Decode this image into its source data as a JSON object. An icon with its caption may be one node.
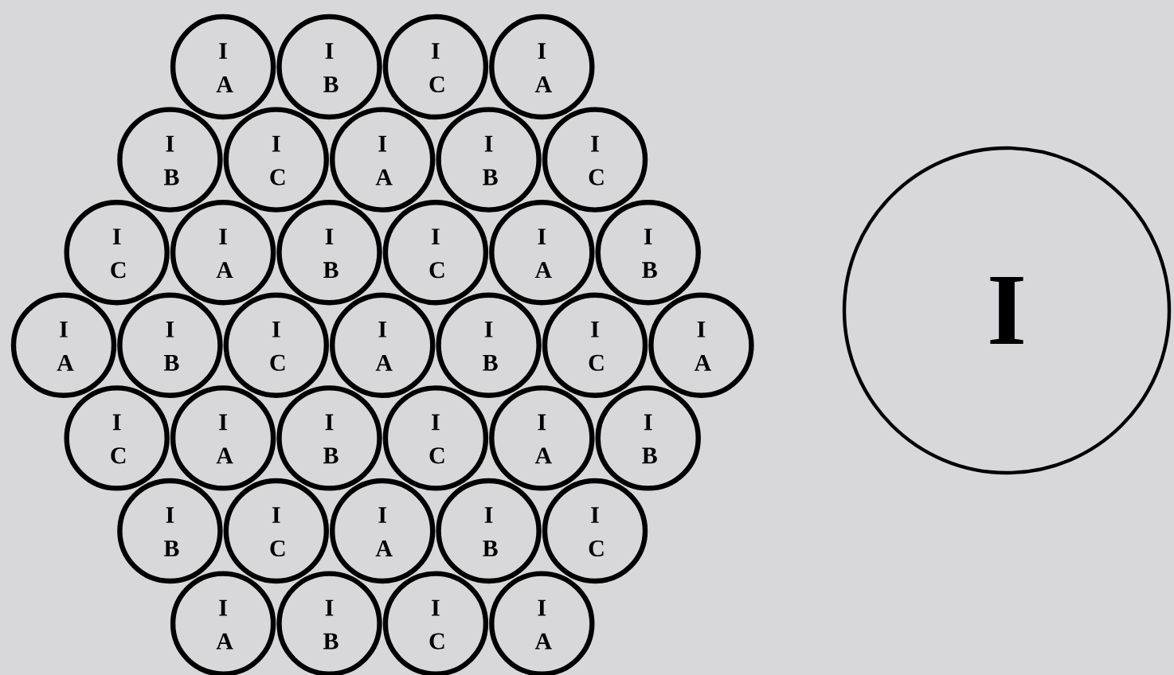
{
  "diagram": {
    "nodes": [
      {
        "text": [
          "I",
          "A"
        ]
      },
      {
        "text": [
          "I",
          "B"
        ]
      },
      {
        "text": [
          "I",
          "C"
        ]
      },
      {
        "text": [
          "I",
          "A"
        ]
      },
      {
        "text": [
          "I",
          "B"
        ]
      },
      {
        "text": [
          "I",
          "C"
        ]
      },
      {
        "text": [
          "I",
          "A"
        ]
      },
      {
        "text": [
          "I",
          "B"
        ]
      },
      {
        "text": [
          "I",
          "C"
        ]
      },
      {
        "text": [
          "I",
          "C"
        ]
      },
      {
        "text": [
          "I",
          "A"
        ]
      },
      {
        "text": [
          "I",
          "B"
        ]
      },
      {
        "text": [
          "I",
          "C"
        ]
      },
      {
        "text": [
          "I",
          "A"
        ]
      },
      {
        "text": [
          "I",
          "B"
        ]
      },
      {
        "text": [
          "I",
          "A"
        ]
      },
      {
        "text": [
          "I",
          "B"
        ]
      },
      {
        "text": [
          "I",
          "C"
        ]
      },
      {
        "text": [
          "I",
          "A"
        ]
      },
      {
        "text": [
          "I",
          "B"
        ]
      },
      {
        "text": [
          "I",
          "C"
        ]
      },
      {
        "text": [
          "I",
          "A"
        ]
      },
      {
        "text": [
          "I",
          "C"
        ]
      },
      {
        "text": [
          "I",
          "A"
        ]
      },
      {
        "text": [
          "I",
          "B"
        ]
      },
      {
        "text": [
          "I",
          "C"
        ]
      },
      {
        "text": [
          "I",
          "A"
        ]
      },
      {
        "text": [
          "I",
          "B"
        ]
      },
      {
        "text": [
          "I",
          "B"
        ]
      },
      {
        "text": [
          "I",
          "C"
        ]
      },
      {
        "text": [
          "I",
          "A"
        ]
      },
      {
        "text": [
          "I",
          "B"
        ]
      },
      {
        "text": [
          "I",
          "C"
        ]
      },
      {
        "text": [
          "I",
          "A"
        ]
      },
      {
        "text": [
          "I",
          "B"
        ]
      },
      {
        "text": [
          "I",
          "C"
        ]
      },
      {
        "text": [
          "I",
          "A"
        ]
      },
      {
        "text": [
          "I"
        ]
      }
    ]
  }
}
